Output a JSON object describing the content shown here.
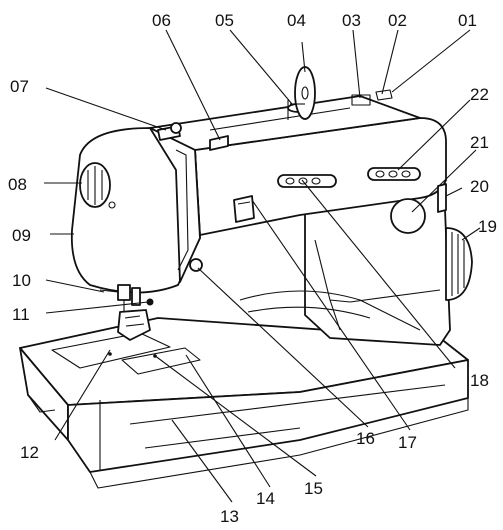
{
  "callouts": [
    {
      "id": "01"
    },
    {
      "id": "02"
    },
    {
      "id": "03"
    },
    {
      "id": "04"
    },
    {
      "id": "05"
    },
    {
      "id": "06"
    },
    {
      "id": "07"
    },
    {
      "id": "08"
    },
    {
      "id": "09"
    },
    {
      "id": "10"
    },
    {
      "id": "11"
    },
    {
      "id": "12"
    },
    {
      "id": "13"
    },
    {
      "id": "14"
    },
    {
      "id": "15"
    },
    {
      "id": "16"
    },
    {
      "id": "17"
    },
    {
      "id": "18"
    },
    {
      "id": "19"
    },
    {
      "id": "20"
    },
    {
      "id": "21"
    },
    {
      "id": "22"
    }
  ]
}
